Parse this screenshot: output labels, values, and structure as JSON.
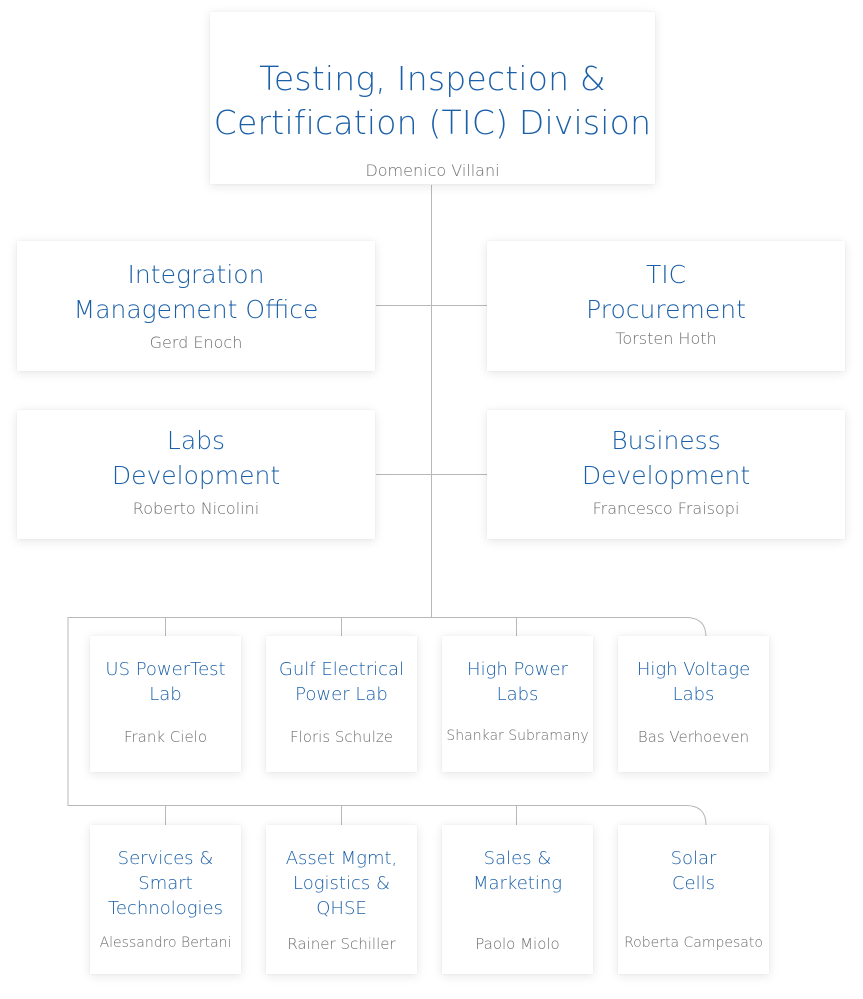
{
  "top": {
    "title": "Testing, Inspection &\nCertification (TIC) Division",
    "person": "Domenico Villani"
  },
  "mid": [
    {
      "title": "Integration\nManagement Office",
      "person": "Gerd Enoch"
    },
    {
      "title": "TIC\nProcurement",
      "person": "Torsten Hoth"
    },
    {
      "title": "Labs\nDevelopment",
      "person": "Roberto Nicolini"
    },
    {
      "title": "Business\nDevelopment",
      "person": "Francesco Fraisopi"
    }
  ],
  "row1": [
    {
      "title": "US PowerTest\nLab",
      "person": "Frank Cielo"
    },
    {
      "title": "Gulf Electrical\nPower Lab",
      "person": "Floris Schulze"
    },
    {
      "title": "High Power\nLabs",
      "person": "Shankar Subramany"
    },
    {
      "title": "High Voltage\nLabs",
      "person": "Bas Verhoeven"
    }
  ],
  "row2": [
    {
      "title": "Services &\nSmart\nTechnologies",
      "person": "Alessandro Bertani"
    },
    {
      "title": "Asset Mgmt,\nLogistics &\nQHSE",
      "person": "Rainer Schiller"
    },
    {
      "title": "Sales &\nMarketing",
      "person": "Paolo Miolo"
    },
    {
      "title": "Solar\nCells",
      "person": "Roberta Campesato"
    }
  ],
  "colors": {
    "title": "#1a5fa8",
    "person": "#6d6d6d",
    "connector": "#b8b8b8"
  }
}
